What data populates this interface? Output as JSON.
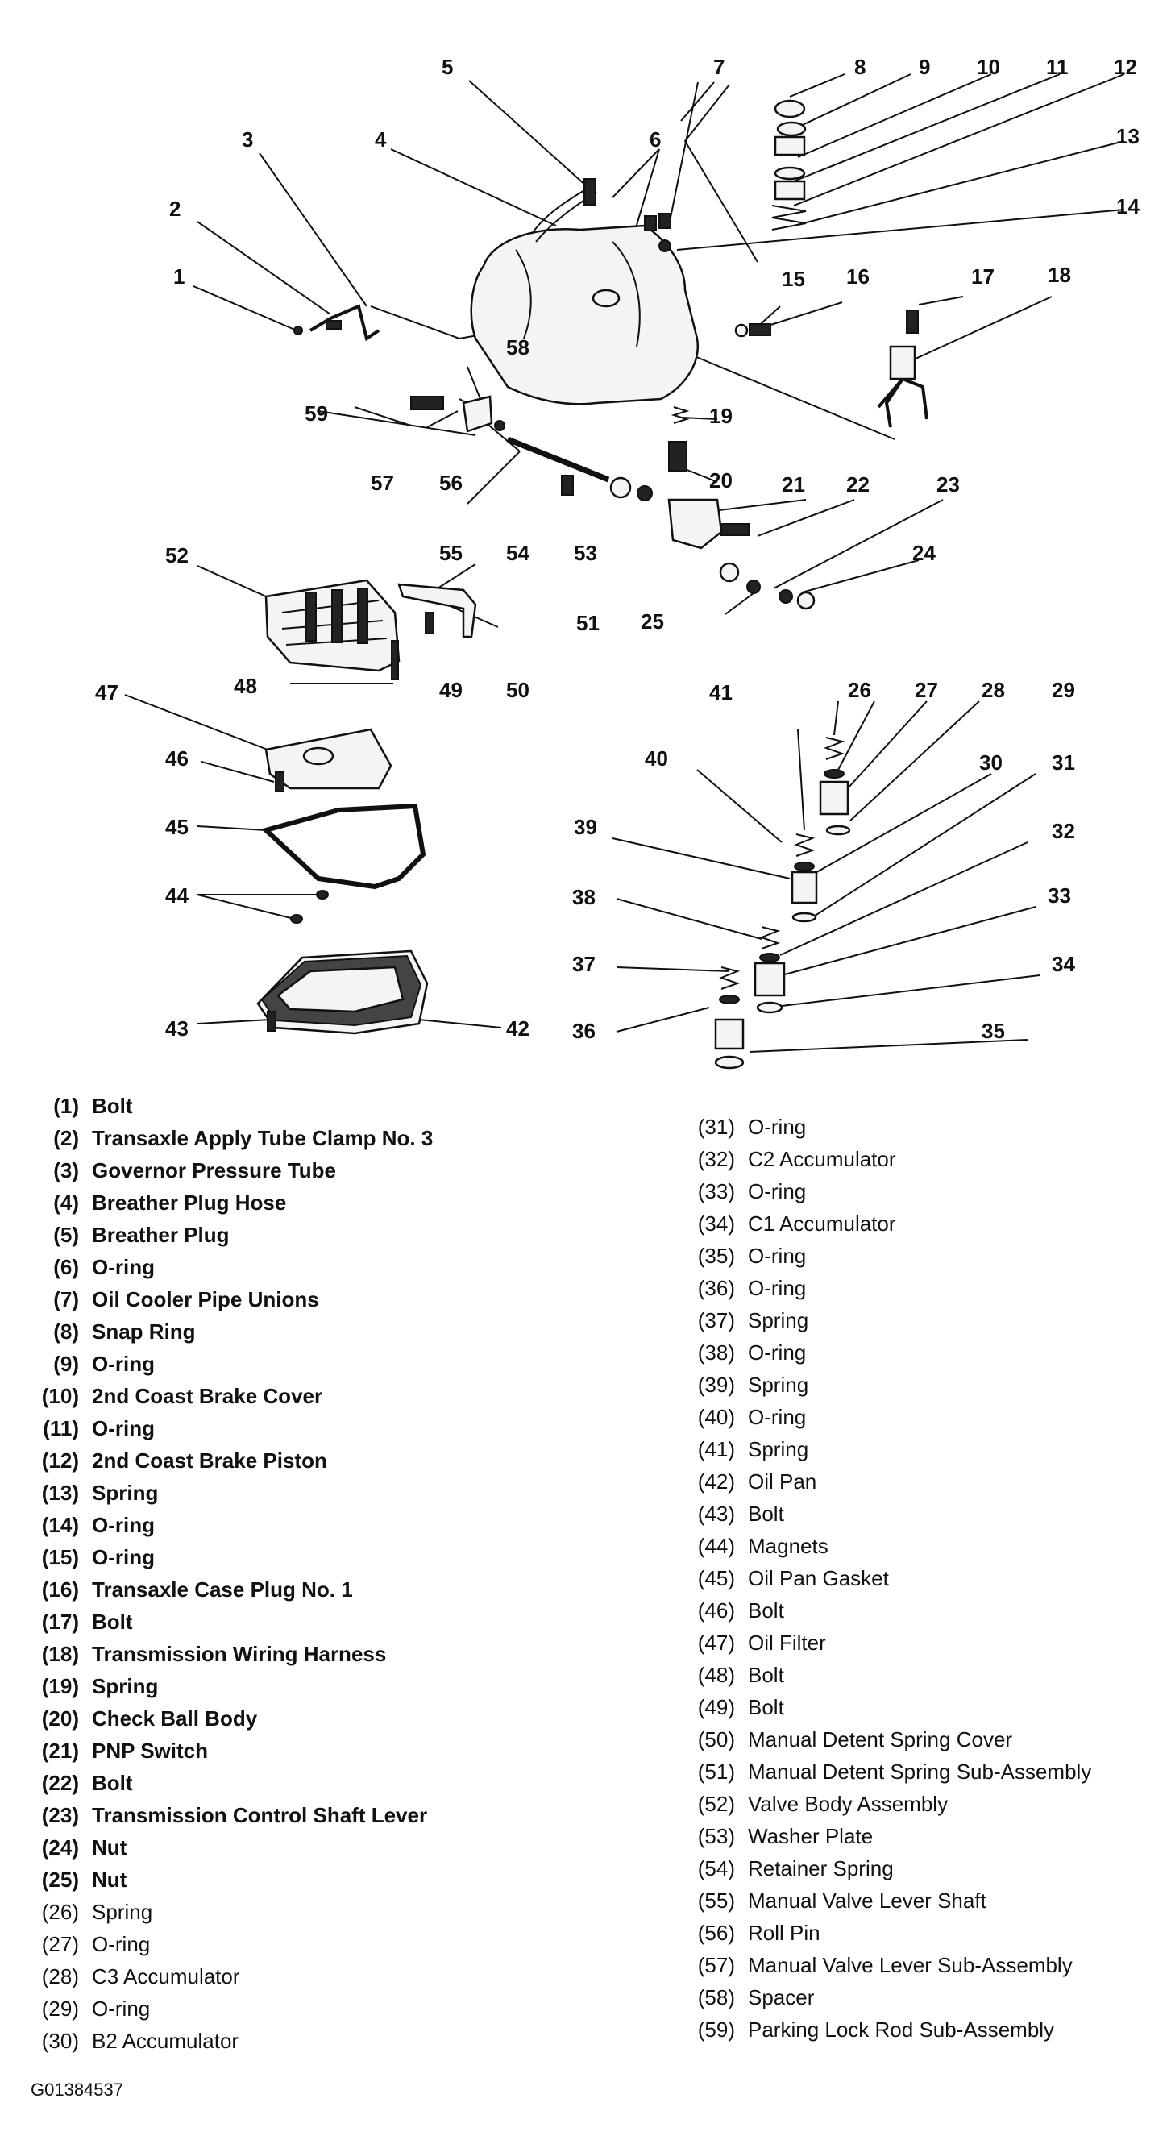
{
  "legend_left": [
    {
      "num": "(1)",
      "name": "Bolt"
    },
    {
      "num": "(2)",
      "name": "Transaxle Apply Tube Clamp No. 3"
    },
    {
      "num": "(3)",
      "name": "Governor Pressure Tube"
    },
    {
      "num": "(4)",
      "name": "Breather Plug Hose"
    },
    {
      "num": "(5)",
      "name": "Breather Plug"
    },
    {
      "num": "(6)",
      "name": "O-ring"
    },
    {
      "num": "(7)",
      "name": "Oil Cooler Pipe Unions"
    },
    {
      "num": "(8)",
      "name": "Snap Ring"
    },
    {
      "num": "(9)",
      "name": "O-ring"
    },
    {
      "num": "(10)",
      "name": "2nd Coast Brake Cover"
    },
    {
      "num": "(11)",
      "name": "O-ring"
    },
    {
      "num": "(12)",
      "name": "2nd Coast Brake Piston"
    },
    {
      "num": "(13)",
      "name": "Spring"
    },
    {
      "num": "(14)",
      "name": "O-ring"
    },
    {
      "num": "(15)",
      "name": "O-ring"
    },
    {
      "num": "(16)",
      "name": "Transaxle Case Plug No. 1"
    },
    {
      "num": "(17)",
      "name": "Bolt"
    },
    {
      "num": "(18)",
      "name": "Transmission Wiring Harness"
    },
    {
      "num": "(19)",
      "name": "Spring"
    },
    {
      "num": "(20)",
      "name": "Check Ball Body"
    },
    {
      "num": "(21)",
      "name": "PNP Switch"
    },
    {
      "num": "(22)",
      "name": "Bolt"
    },
    {
      "num": "(23)",
      "name": "Transmission Control Shaft Lever"
    },
    {
      "num": "(24)",
      "name": "Nut"
    },
    {
      "num": "(25)",
      "name": "Nut"
    },
    {
      "num": "(26)",
      "name": "Spring"
    },
    {
      "num": "(27)",
      "name": "O-ring"
    },
    {
      "num": "(28)",
      "name": "C3 Accumulator"
    },
    {
      "num": "(29)",
      "name": "O-ring"
    },
    {
      "num": "(30)",
      "name": "B2 Accumulator"
    }
  ],
  "legend_right": [
    {
      "num": "(31)",
      "name": "O-ring"
    },
    {
      "num": "(32)",
      "name": "C2 Accumulator"
    },
    {
      "num": "(33)",
      "name": "O-ring"
    },
    {
      "num": "(34)",
      "name": "C1 Accumulator"
    },
    {
      "num": "(35)",
      "name": "O-ring"
    },
    {
      "num": "(36)",
      "name": "O-ring"
    },
    {
      "num": "(37)",
      "name": "Spring"
    },
    {
      "num": "(38)",
      "name": "O-ring"
    },
    {
      "num": "(39)",
      "name": "Spring"
    },
    {
      "num": "(40)",
      "name": "O-ring"
    },
    {
      "num": "(41)",
      "name": "Spring"
    },
    {
      "num": "(42)",
      "name": "Oil Pan"
    },
    {
      "num": "(43)",
      "name": "Bolt"
    },
    {
      "num": "(44)",
      "name": "Magnets"
    },
    {
      "num": "(45)",
      "name": "Oil Pan Gasket"
    },
    {
      "num": "(46)",
      "name": "Bolt"
    },
    {
      "num": "(47)",
      "name": "Oil Filter"
    },
    {
      "num": "(48)",
      "name": "Bolt"
    },
    {
      "num": "(49)",
      "name": "Bolt"
    },
    {
      "num": "(50)",
      "name": "Manual Detent Spring Cover"
    },
    {
      "num": "(51)",
      "name": "Manual Detent Spring Sub-Assembly"
    },
    {
      "num": "(52)",
      "name": "Valve Body Assembly"
    },
    {
      "num": "(53)",
      "name": "Washer Plate"
    },
    {
      "num": "(54)",
      "name": "Retainer Spring"
    },
    {
      "num": "(55)",
      "name": "Manual Valve Lever Shaft"
    },
    {
      "num": "(56)",
      "name": "Roll Pin"
    },
    {
      "num": "(57)",
      "name": "Manual Valve Lever Sub-Assembly"
    },
    {
      "num": "(58)",
      "name": "Spacer"
    },
    {
      "num": "(59)",
      "name": "Parking Lock Rod Sub-Assembly"
    }
  ],
  "callouts": [
    "1",
    "2",
    "3",
    "4",
    "5",
    "6",
    "7",
    "8",
    "9",
    "10",
    "11",
    "12",
    "13",
    "14",
    "15",
    "16",
    "17",
    "18",
    "19",
    "20",
    "21",
    "22",
    "23",
    "24",
    "25",
    "26",
    "27",
    "28",
    "29",
    "30",
    "31",
    "32",
    "33",
    "34",
    "35",
    "36",
    "37",
    "38",
    "39",
    "40",
    "41",
    "42",
    "43",
    "44",
    "45",
    "46",
    "47",
    "48",
    "49",
    "50",
    "51",
    "52",
    "53",
    "54",
    "55",
    "56",
    "57",
    "58",
    "59"
  ],
  "figure_code": "G01384537"
}
